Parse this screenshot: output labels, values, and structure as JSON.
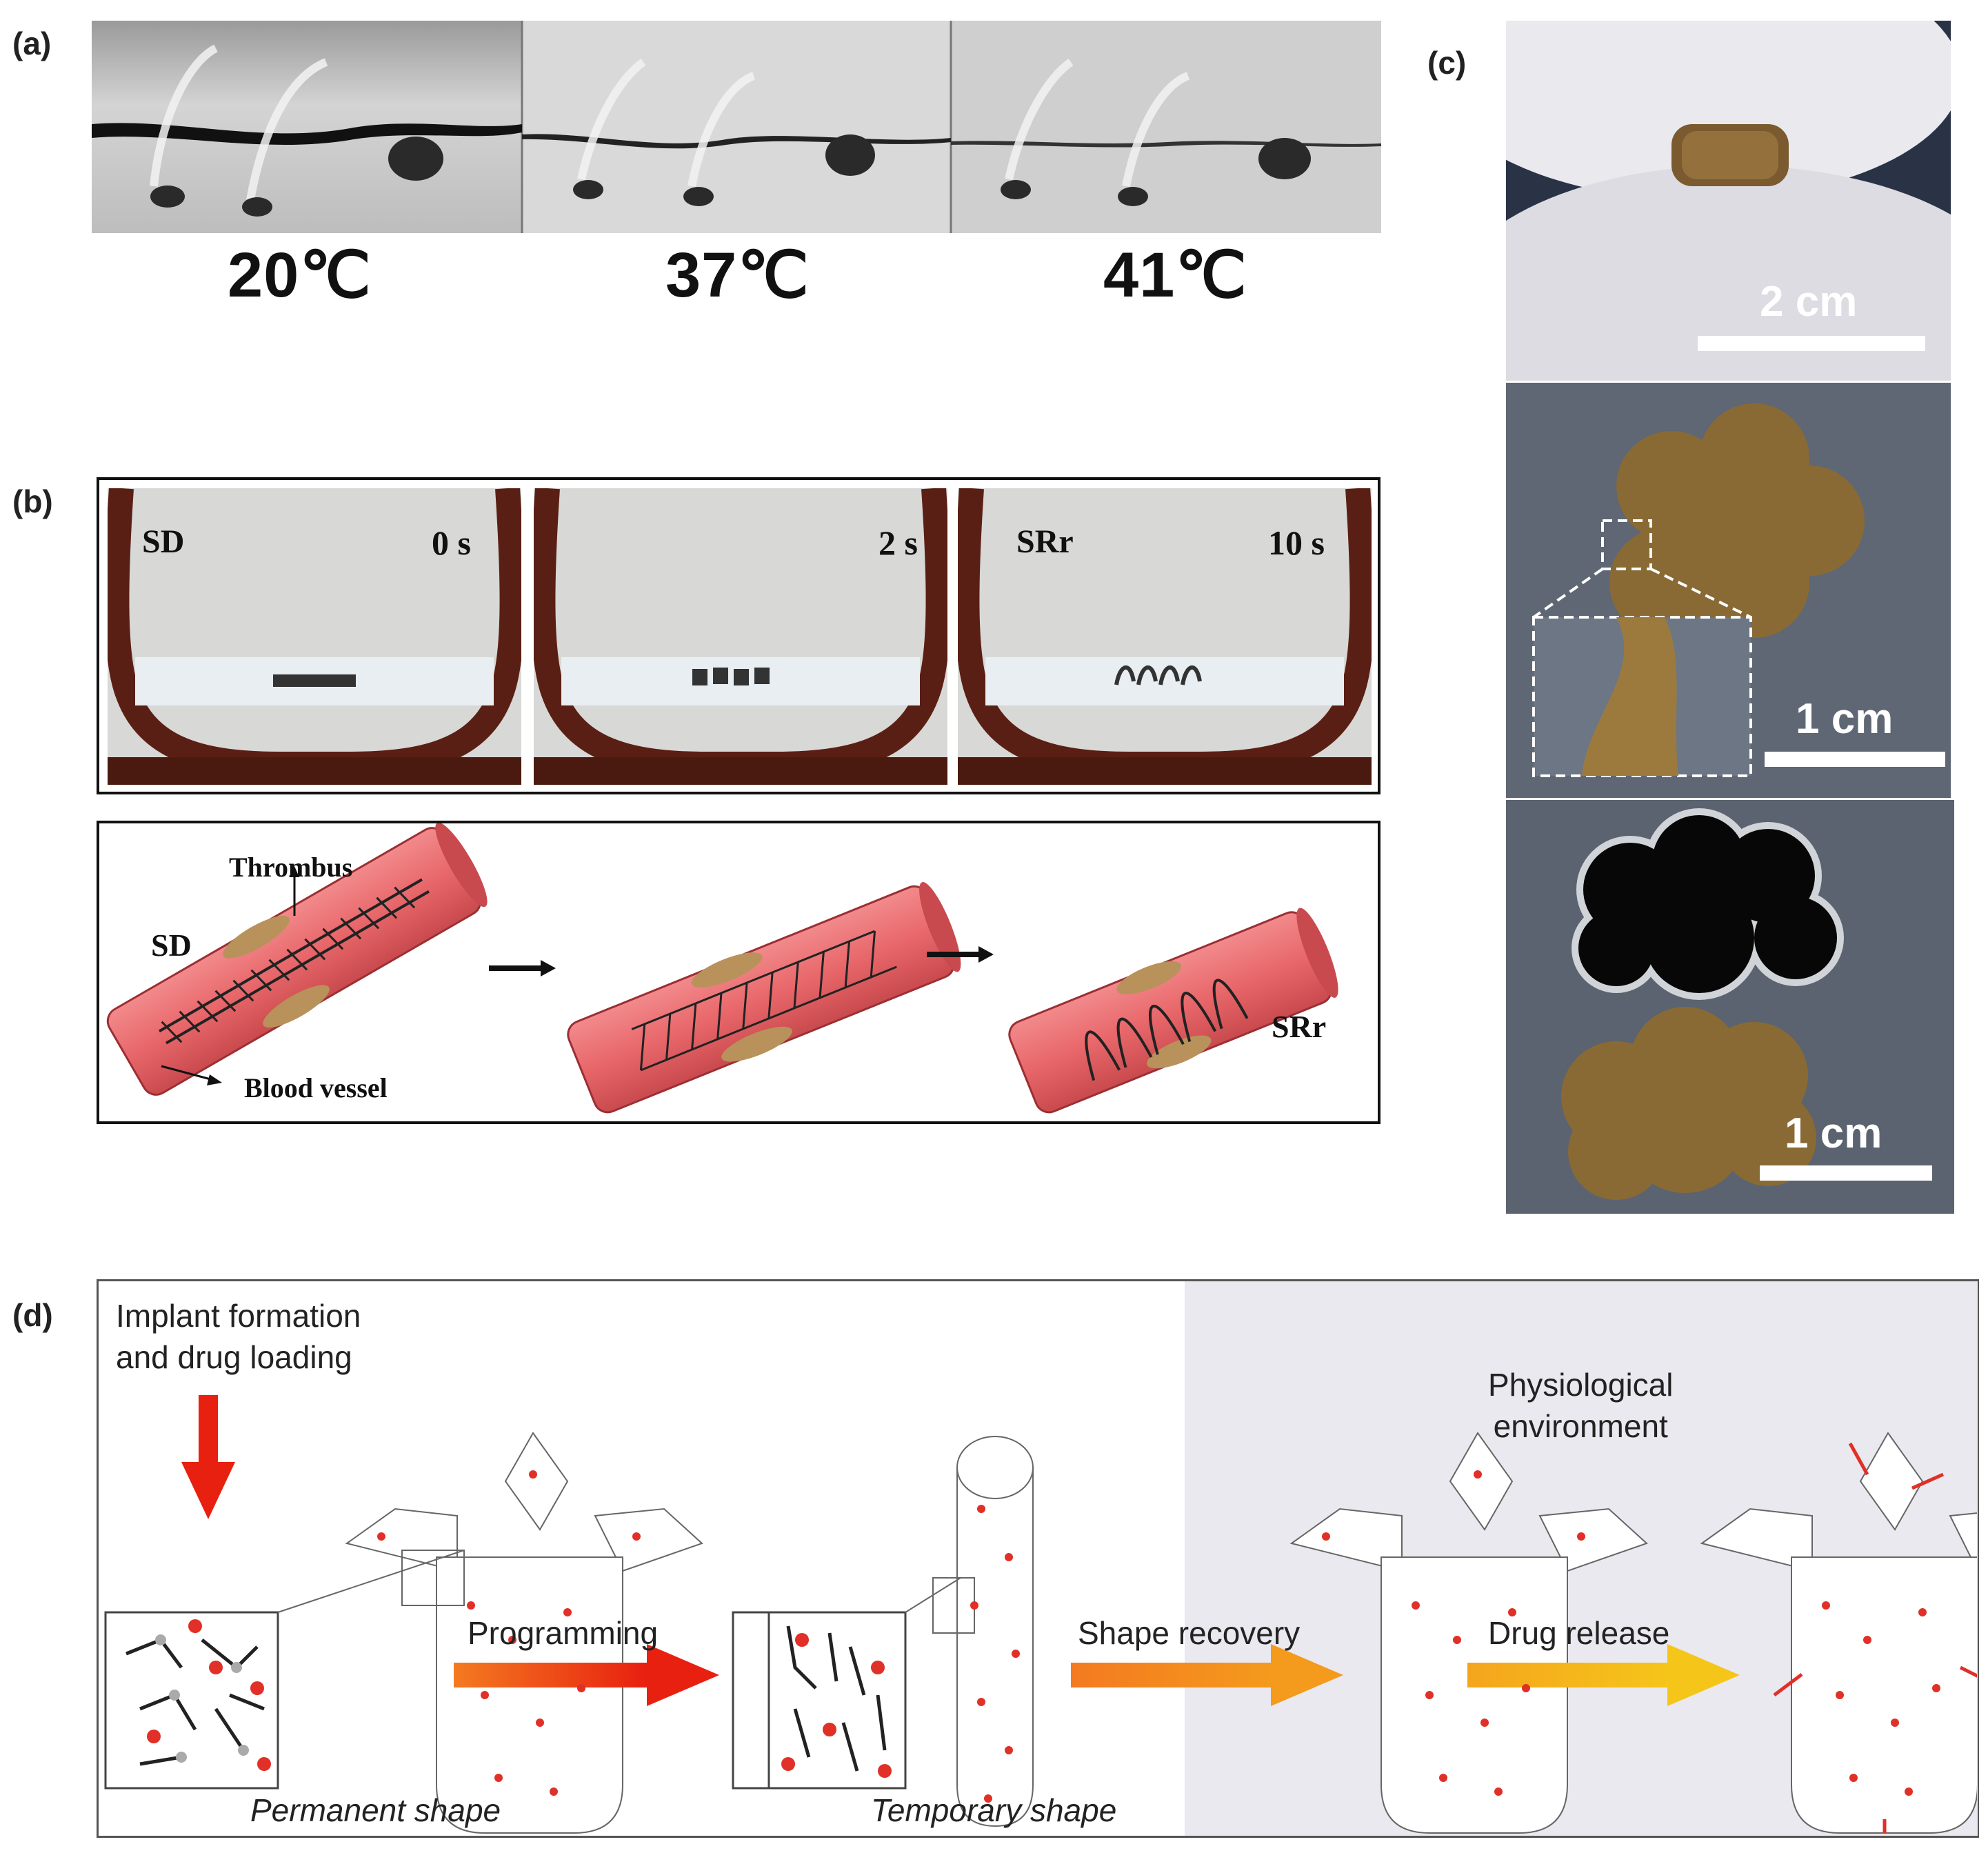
{
  "panels": {
    "a": {
      "label": "(a)",
      "temps": [
        "20℃",
        "37℃",
        "41℃"
      ]
    },
    "b": {
      "label": "(b)",
      "frames": [
        {
          "state": "SD",
          "time": "0 s"
        },
        {
          "state": "",
          "time": "2 s"
        },
        {
          "state": "SRr",
          "time": "10 s"
        }
      ],
      "schematic": {
        "thrombus": "Thrombus",
        "blood_vessel": "Blood vessel",
        "state_start": "SD",
        "state_end": "SRr"
      }
    },
    "c": {
      "label": "(c)",
      "scale_1": "2 cm",
      "scale_2": "1 cm",
      "scale_3": "1 cm"
    },
    "d": {
      "label": "(d)",
      "implant_line1": "Implant formation",
      "implant_line2": "and drug loading",
      "programming": "Programming",
      "shape_recovery": "Shape recovery",
      "drug_release": "Drug release",
      "physio_line1": "Physiological",
      "physio_line2": "environment",
      "permanent_shape": "Permanent shape",
      "temporary_shape": "Temporary shape"
    }
  },
  "colors": {
    "vessel": "#e8676a",
    "thrombus": "#b8925a",
    "drug_dot": "#e03028",
    "arrow_red": "#e82010",
    "arrow_orange": "#f49a1c",
    "arrow_yellow": "#f5c51a",
    "physio_bg": "#e9e9ef"
  }
}
